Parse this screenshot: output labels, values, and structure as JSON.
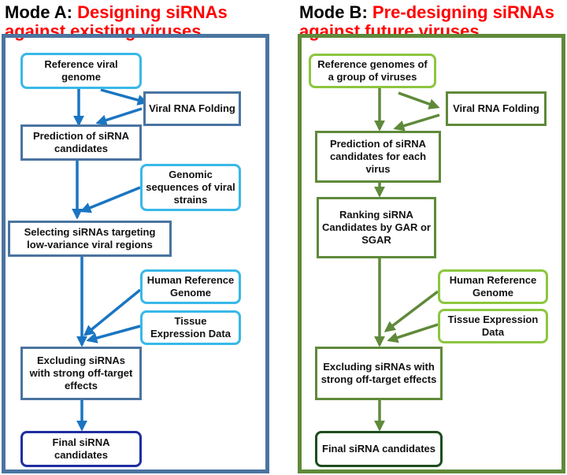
{
  "colors": {
    "panel_a_border": "#4a74a0",
    "panel_b_border": "#5f8a3a",
    "accent_text": "#ff0000",
    "a_input_border": "#38b8e8",
    "a_process_border": "#4a74a0",
    "a_arrow": "#1a75c2",
    "a_final_border": "#1f2ea0",
    "b_input_border": "#8cc63f",
    "b_process_border": "#5f8a3a",
    "b_arrow": "#5f8a3a",
    "b_final_border": "#1e4d1e"
  },
  "mode_a": {
    "title_prefix": "Mode A:",
    "title_line1": "Designing siRNAs",
    "title_line2": "against existing viruses",
    "reference_genome": "Reference viral genome",
    "rna_folding": "Viral RNA Folding",
    "prediction": "Prediction of siRNA candidates",
    "genomic_sequences": "Genomic sequences of viral strains",
    "selecting": "Selecting siRNAs targeting low-variance viral regions",
    "human_reference": "Human Reference Genome",
    "tissue_expression": "Tissue Expression Data",
    "excluding": "Excluding siRNAs with strong off-target effects",
    "final": "Final siRNA candidates"
  },
  "mode_b": {
    "title_prefix": "Mode B:",
    "title_line1": "Pre-designing siRNAs",
    "title_line2": "against future viruses",
    "reference_genomes": "Reference genomes of a group of viruses",
    "rna_folding": "Viral RNA Folding",
    "prediction": "Prediction of siRNA candidates for each virus",
    "ranking": "Ranking siRNA Candidates by GAR or SGAR",
    "human_reference": "Human Reference Genome",
    "tissue_expression": "Tissue Expression Data",
    "excluding": "Excluding siRNAs with strong off-target effects",
    "final": "Final siRNA candidates"
  }
}
